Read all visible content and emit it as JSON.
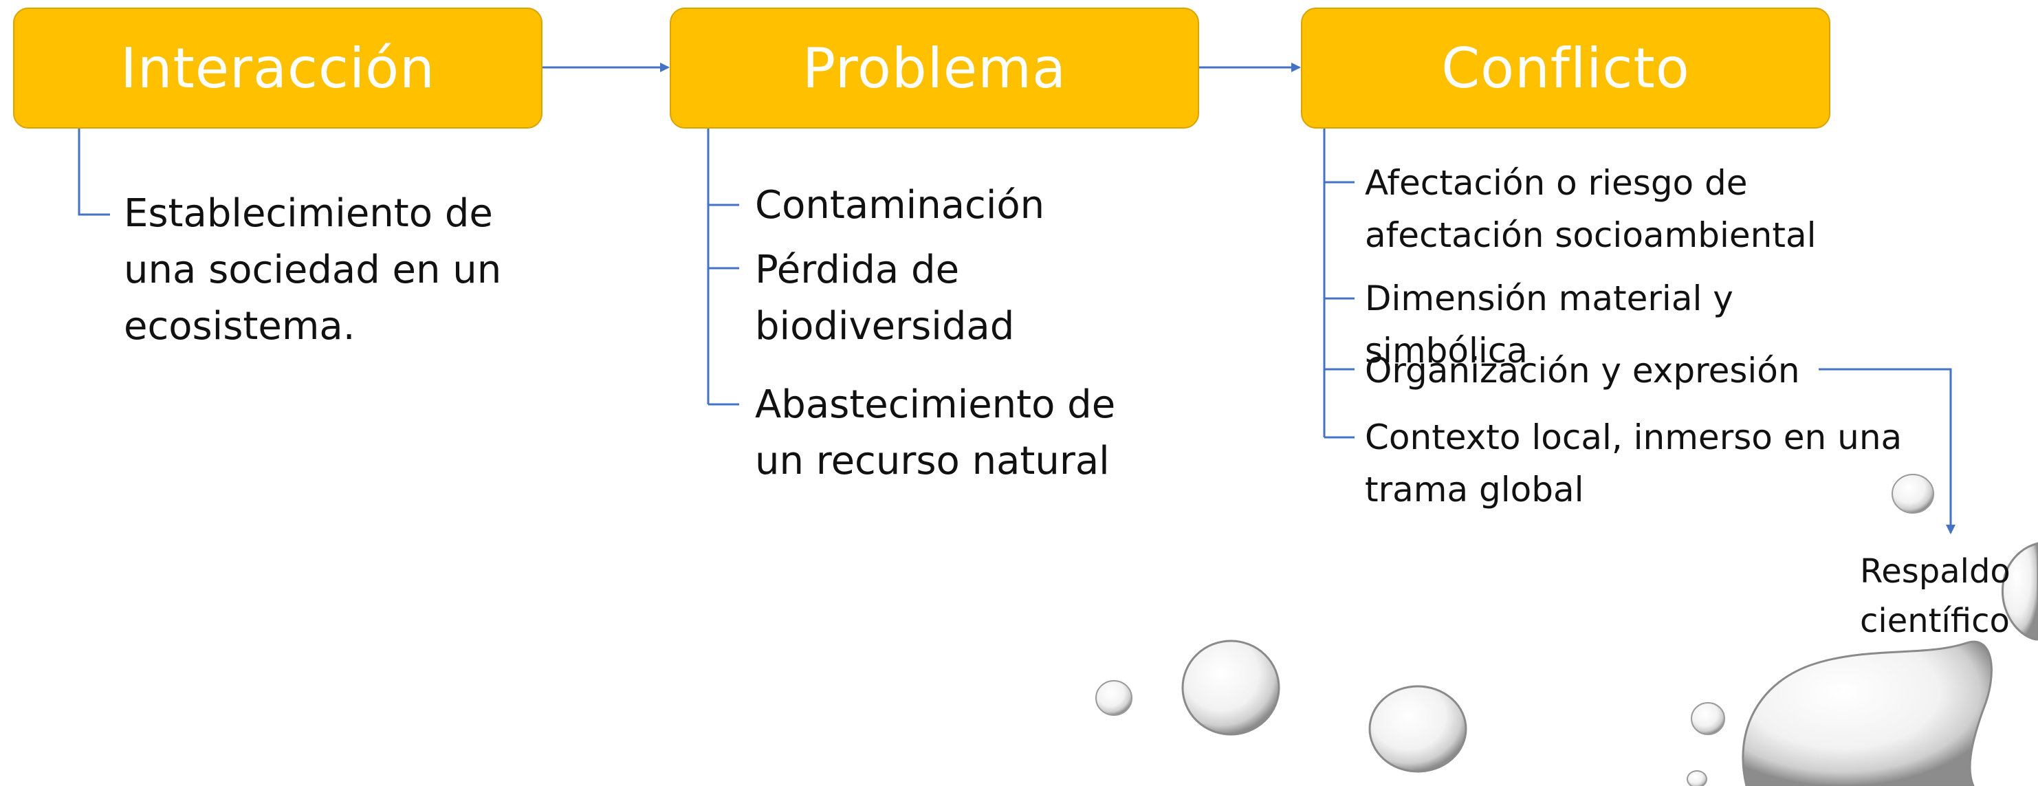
{
  "boxes": {
    "interaccion": "Interacción",
    "problema": "Problema",
    "conflicto": "Conflicto"
  },
  "interaccion_items": [
    "Establecimiento de\nuna sociedad en un\necosistema."
  ],
  "problema_items": [
    "Contaminación",
    "Pérdida de\nbiodiversidad",
    "Abastecimiento de\nun recurso natural"
  ],
  "conflicto_items": [
    "Afectación o riesgo de\nafectación socioambiental",
    "Dimensión material y\nsimbólica",
    "Organización y expresión",
    "Contexto local, inmerso en una\ntrama global"
  ],
  "respaldo": "Respaldo\ncientífico",
  "colors": {
    "box_fill": "#FFC000",
    "box_text": "#FFFFFF",
    "connector": "#4472C4"
  }
}
